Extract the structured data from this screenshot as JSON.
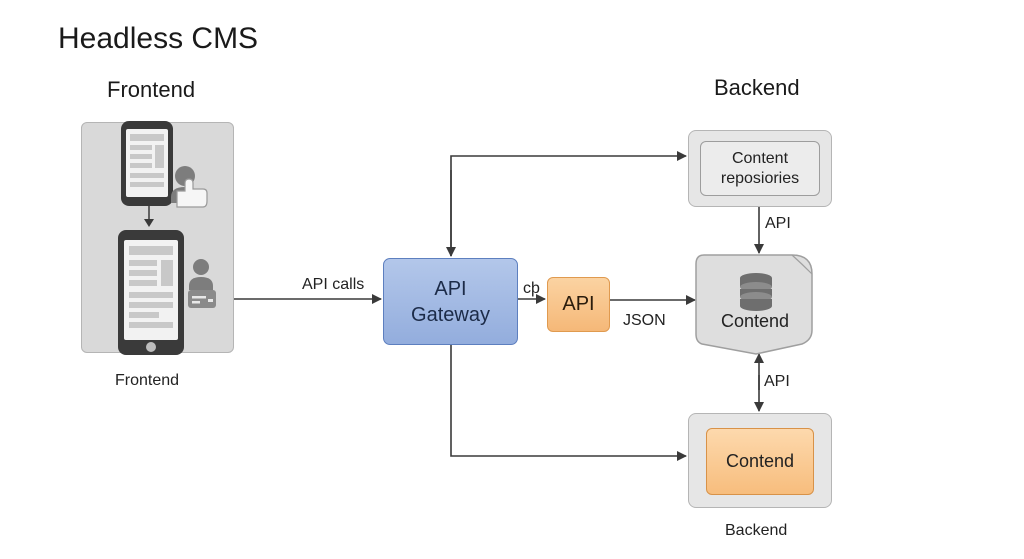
{
  "title": "Headless CMS",
  "frontend": {
    "heading": "Frontend",
    "caption": "Frontend"
  },
  "backend": {
    "heading": "Backend",
    "caption": "Backend"
  },
  "gateway": {
    "line1": "API",
    "line2": "Gateway"
  },
  "api_box": {
    "label": "API"
  },
  "repositories": {
    "line1": "Content",
    "line2": "reposiories"
  },
  "content_db": {
    "label": "Contend"
  },
  "backend_content": {
    "label": "Contend"
  },
  "edge_labels": {
    "api_calls": "API calls",
    "cp": "cþ",
    "json": "JSON",
    "api_upper": "API",
    "api_lower": "API"
  },
  "colors": {
    "gateway_fill": "#a3bae3",
    "gateway_border": "#5d7fbf",
    "api_fill": "#f8c68c",
    "api_border": "#e09a4f",
    "panel_gray": "#d9d9d9",
    "arrow": "#3a3a3a"
  }
}
